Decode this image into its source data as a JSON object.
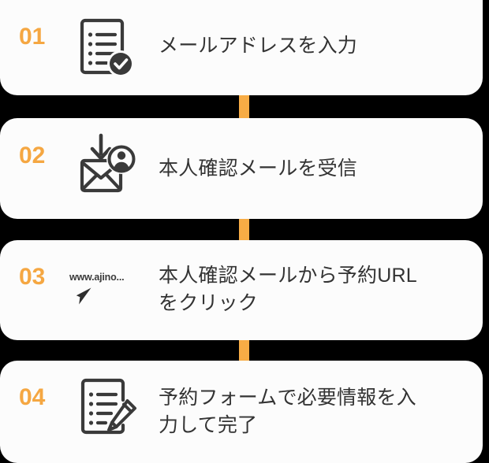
{
  "background_color": "#000000",
  "card_color": "#FCFCFC",
  "accent_color": "#F5A742",
  "connector_color": "#F7AC45",
  "text_color": "#333333",
  "steps": [
    {
      "number": "01",
      "icon": "document-checklist-check-icon",
      "label": "メールアドレスを入力"
    },
    {
      "number": "02",
      "icon": "envelope-download-user-icon",
      "label": "本人確認メールを受信"
    },
    {
      "number": "03",
      "icon": "url-cursor-click-icon",
      "url_text": "www.ajino...",
      "label": "本人確認メールから予約URL\nをクリック"
    },
    {
      "number": "04",
      "icon": "document-form-pencil-icon",
      "label": "予約フォームで必要情報を入\n力して完了"
    }
  ]
}
